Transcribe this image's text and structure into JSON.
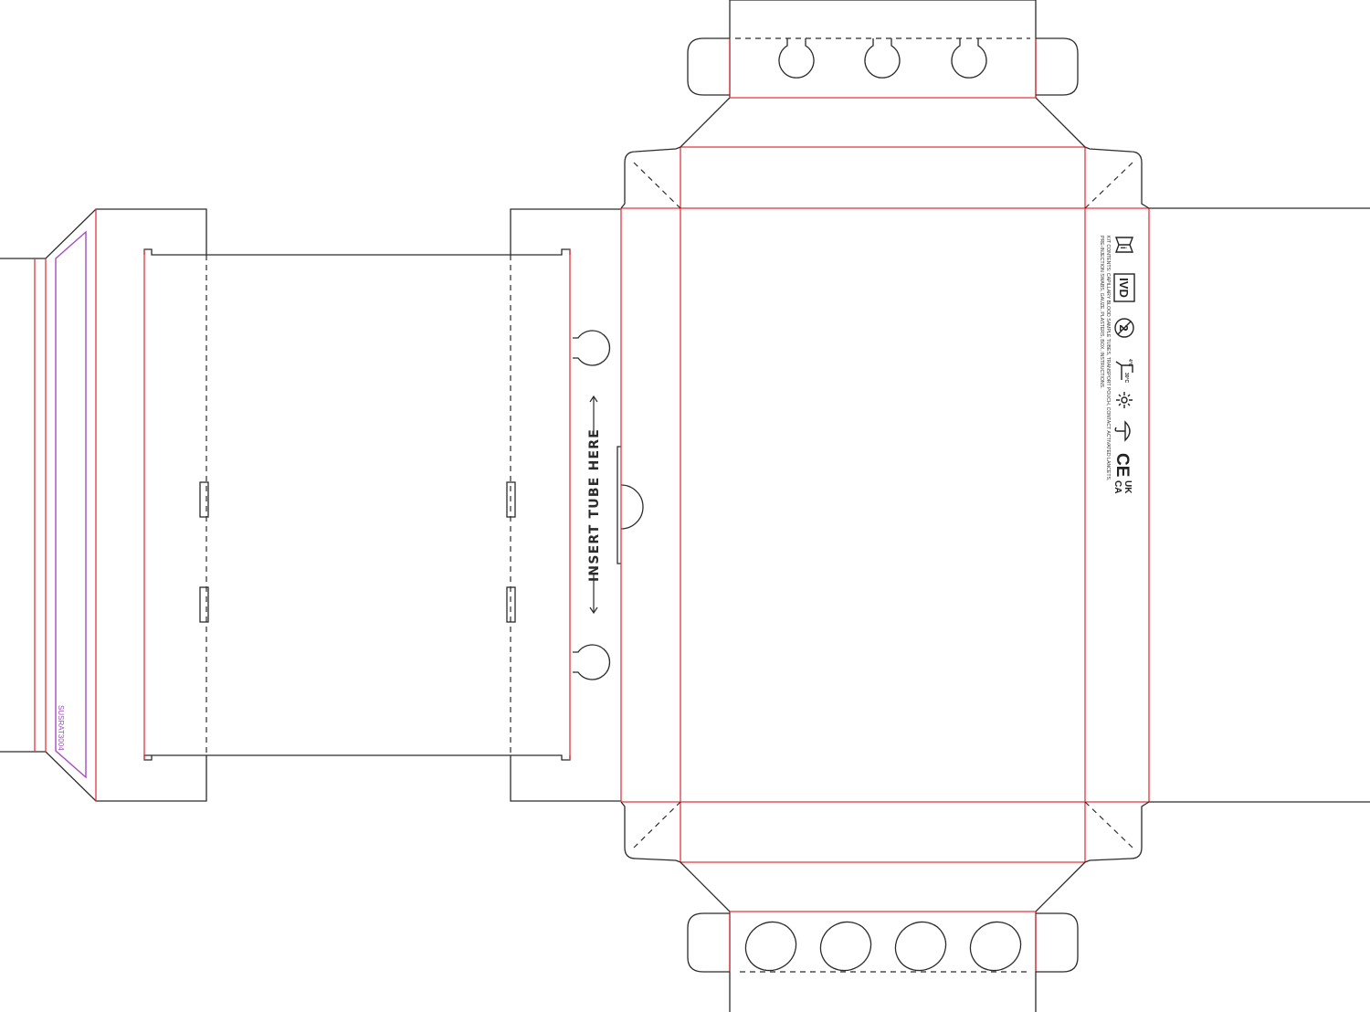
{
  "dieline": {
    "insert_instruction": "INSERT TUBE HERE",
    "product_code": "SUSRAT3004",
    "kit_contents_line1": "KIT CONTENTS: CAPILLARY BLOOD SAMPLE TUBES, TRANSPORT POUCH, CONTACT ACTIVATED LANCETS,",
    "kit_contents_line2": "PRE-INJECTION SWABS, GAUZE, PLASTERS, BOX, INSTRUCTIONS.",
    "symbols": {
      "ivd_label": "IVD",
      "ce_label": "CE",
      "ukca_line1": "UK",
      "ukca_line2": "CA",
      "temp_low": "4°C",
      "temp_high": "30°C"
    },
    "line_colors": {
      "cut": "#2b2b2b",
      "crease": "#e8343f",
      "glue": "#a64ac9"
    }
  }
}
